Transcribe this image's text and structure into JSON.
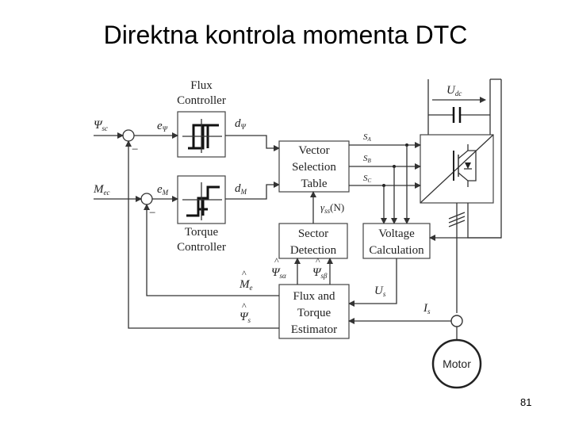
{
  "title": "Direktna kontrola momenta DTC",
  "page_number": "81",
  "diagram": {
    "flux_controller": [
      "Flux",
      "Controller"
    ],
    "torque_controller": [
      "Torque",
      "Controller"
    ],
    "vector_selection": [
      "Vector",
      "Selection",
      "Table"
    ],
    "sector_detection": [
      "Sector",
      "Detection"
    ],
    "voltage_calculation": [
      "Voltage",
      "Calculation"
    ],
    "estimator": [
      "Flux and",
      "Torque",
      "Estimator"
    ],
    "motor": "Motor",
    "symbols": {
      "psi_ref": "Ψ",
      "psi_ref_sub": "sc",
      "m_ref": "M",
      "m_ref_sub": "ec",
      "e_psi": "e",
      "e_psi_sub": "Ψ",
      "e_m": "e",
      "e_m_sub": "M",
      "d_psi": "d",
      "d_psi_sub": "Ψ",
      "d_m": "d",
      "d_m_sub": "M",
      "sa": "S",
      "sa_sub": "A",
      "sb": "S",
      "sb_sub": "B",
      "sc": "S",
      "sc_sub": "C",
      "gamma": "γ",
      "gamma_sub": "ss",
      "gamma_n": "(N)",
      "psi_alpha": "Ψ",
      "psi_alpha_sub": "sα",
      "psi_beta": "Ψ",
      "psi_beta_sub": "sβ",
      "me_hat": "M",
      "me_hat_sub": "e",
      "psis_hat": "Ψ",
      "psis_hat_sub": "s",
      "us": "U",
      "us_sub": "s",
      "is": "I",
      "is_sub": "s",
      "udc": "U",
      "udc_sub": "dc",
      "minus": "−"
    }
  }
}
